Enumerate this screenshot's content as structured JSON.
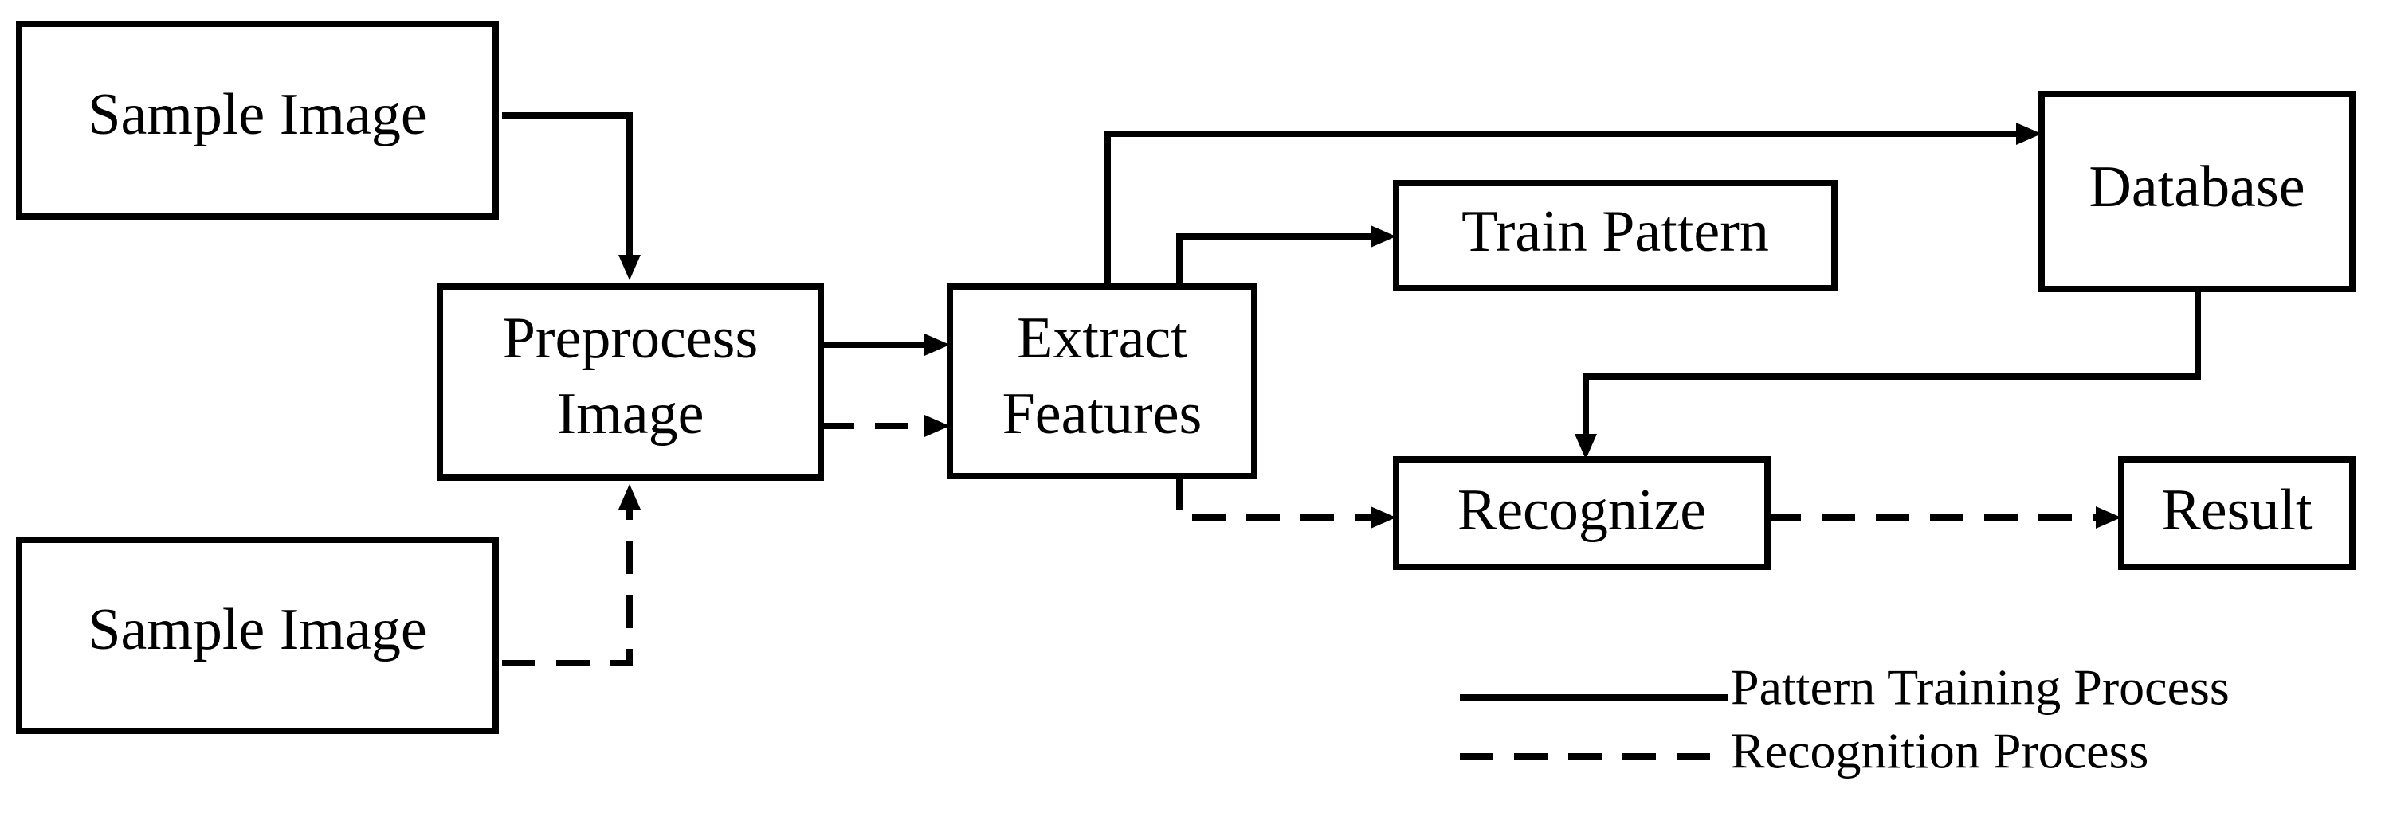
{
  "nodes": {
    "sample_image_training": "Sample Image",
    "preprocess_image_line1": "Preprocess",
    "preprocess_image_line2": "Image",
    "extract_features_line1": "Extract",
    "extract_features_line2": "Features",
    "train_pattern": "Train Pattern",
    "database": "Database",
    "recognize": "Recognize",
    "result": "Result",
    "sample_image_recognition": "Sample Image"
  },
  "legend": {
    "solid_label": "Pattern Training Process",
    "dashed_label": "Recognition Process"
  },
  "colors": {
    "stroke": "#000000",
    "background": "#ffffff"
  }
}
